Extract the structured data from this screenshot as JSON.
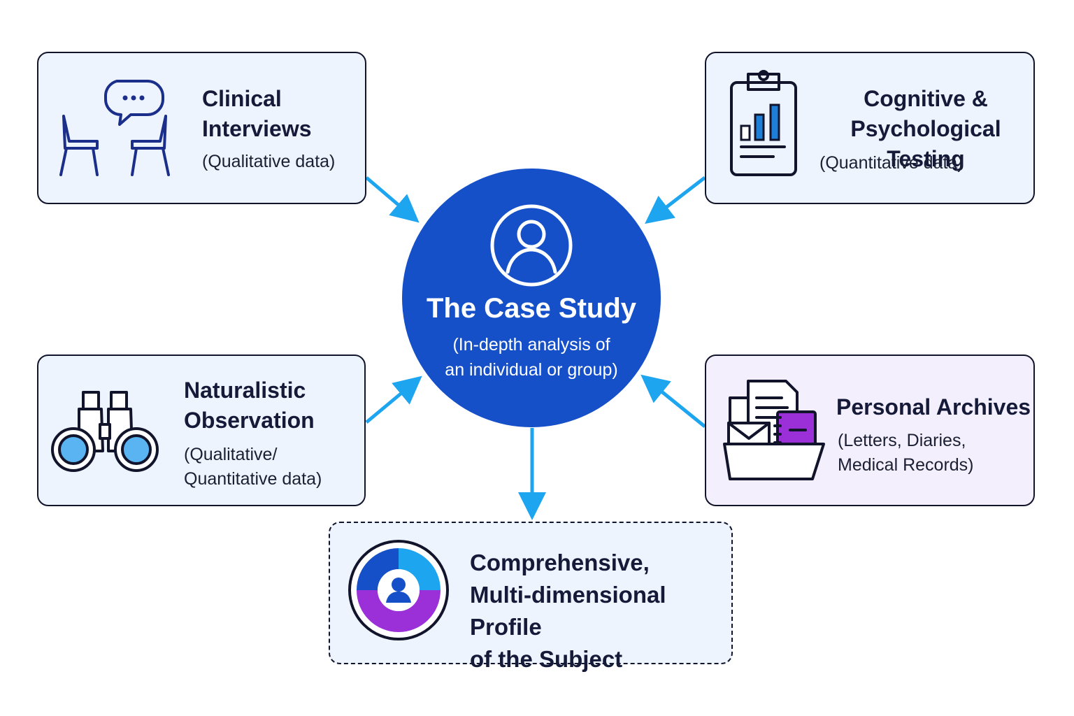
{
  "colors": {
    "hub": "#1550c8",
    "arrow": "#1ea5f0",
    "outline": "#11142b",
    "card_blue": "#eef4fd",
    "card_purple": "#f4effc",
    "accent_purple": "#9b30d8"
  },
  "hub": {
    "icon": "person-circle-icon",
    "title": "The Case Study",
    "subtitle": "(In-depth analysis of\nan individual or group)"
  },
  "sources": [
    {
      "id": "clinical-interviews",
      "icon": "interview-chairs-icon",
      "title": "Clinical\nInterviews",
      "subtitle": "(Qualitative data)"
    },
    {
      "id": "cognitive-testing",
      "icon": "clipboard-chart-icon",
      "title": "Cognitive &\nPsychological Testing",
      "subtitle": "(Quantitative data)"
    },
    {
      "id": "naturalistic-observation",
      "icon": "binoculars-icon",
      "title": "Naturalistic\nObservation",
      "subtitle": "(Qualitative/\nQuantitative data)"
    },
    {
      "id": "personal-archives",
      "icon": "archive-folder-icon",
      "title": "Personal Archives",
      "subtitle": "(Letters, Diaries,\nMedical Records)"
    }
  ],
  "outcome": {
    "icon": "profile-ring-icon",
    "title": "Comprehensive,\nMulti-dimensional Profile\nof the Subject"
  }
}
